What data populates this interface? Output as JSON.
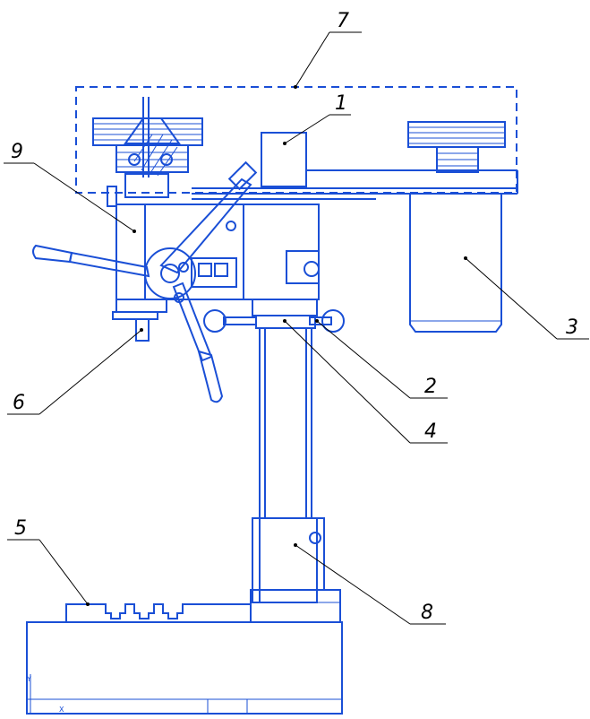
{
  "drawing": {
    "line_color": "#1a4fd6",
    "leader_color": "#000000",
    "background": "#ffffff"
  },
  "callouts": [
    {
      "id": "1",
      "label": "1"
    },
    {
      "id": "2",
      "label": "2"
    },
    {
      "id": "3",
      "label": "3"
    },
    {
      "id": "4",
      "label": "4"
    },
    {
      "id": "5",
      "label": "5"
    },
    {
      "id": "6",
      "label": "6"
    },
    {
      "id": "7",
      "label": "7"
    },
    {
      "id": "8",
      "label": "8"
    },
    {
      "id": "9",
      "label": "9"
    }
  ],
  "axes": {
    "x": "X",
    "y": "Y"
  }
}
